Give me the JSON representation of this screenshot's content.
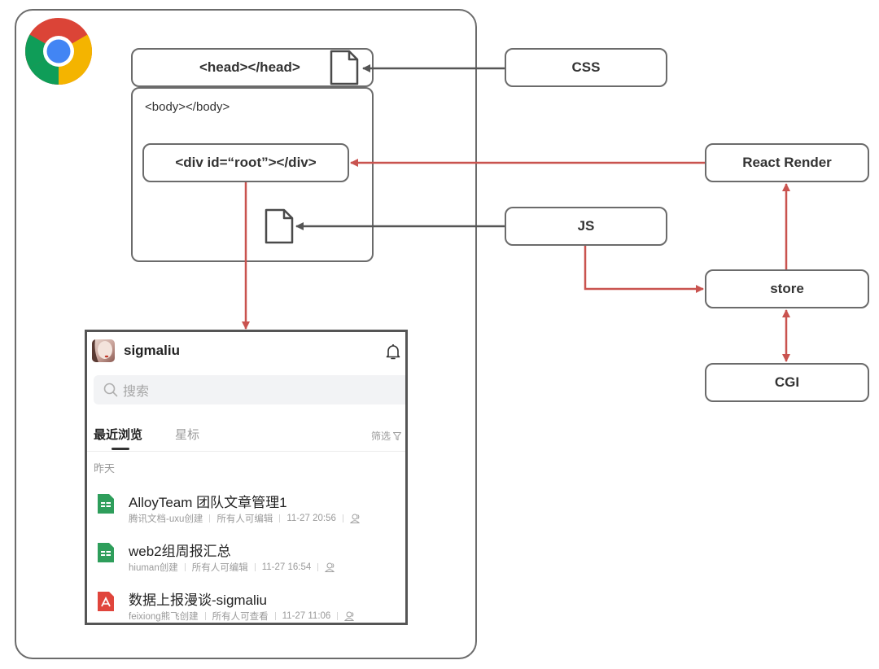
{
  "diagram": {
    "head_label": "<head></head>",
    "body_label": "<body></body>",
    "root_label": "<div id=“root”></div>",
    "css_label": "CSS",
    "react_render_label": "React Render",
    "js_label": "JS",
    "store_label": "store",
    "cgi_label": "CGI",
    "colors": {
      "red_arrow": "#c9534f",
      "gray_arrow": "#555555",
      "border": "#6b6b6b"
    }
  },
  "app": {
    "username": "sigmaliu",
    "search_placeholder": "搜索",
    "tabs": [
      {
        "label": "最近浏览",
        "active": true
      },
      {
        "label": "星标",
        "active": false
      }
    ],
    "filter_label": "筛选",
    "section_label": "昨天",
    "docs": [
      {
        "title": "AlloyTeam 团队文章管理1",
        "creator": "腾讯文档-uxu创建",
        "permission": "所有人可编辑",
        "time": "11-27 20:56",
        "icon": "sheet-icon"
      },
      {
        "title": "web2组周报汇总",
        "creator": "hiuman创建",
        "permission": "所有人可编辑",
        "time": "11-27 16:54",
        "icon": "sheet-icon"
      },
      {
        "title": "数据上报漫谈-sigmaliu",
        "creator": "feixiong熊飞创建",
        "permission": "所有人可查看",
        "time": "11-27 11:06",
        "icon": "pdf-icon"
      }
    ]
  }
}
